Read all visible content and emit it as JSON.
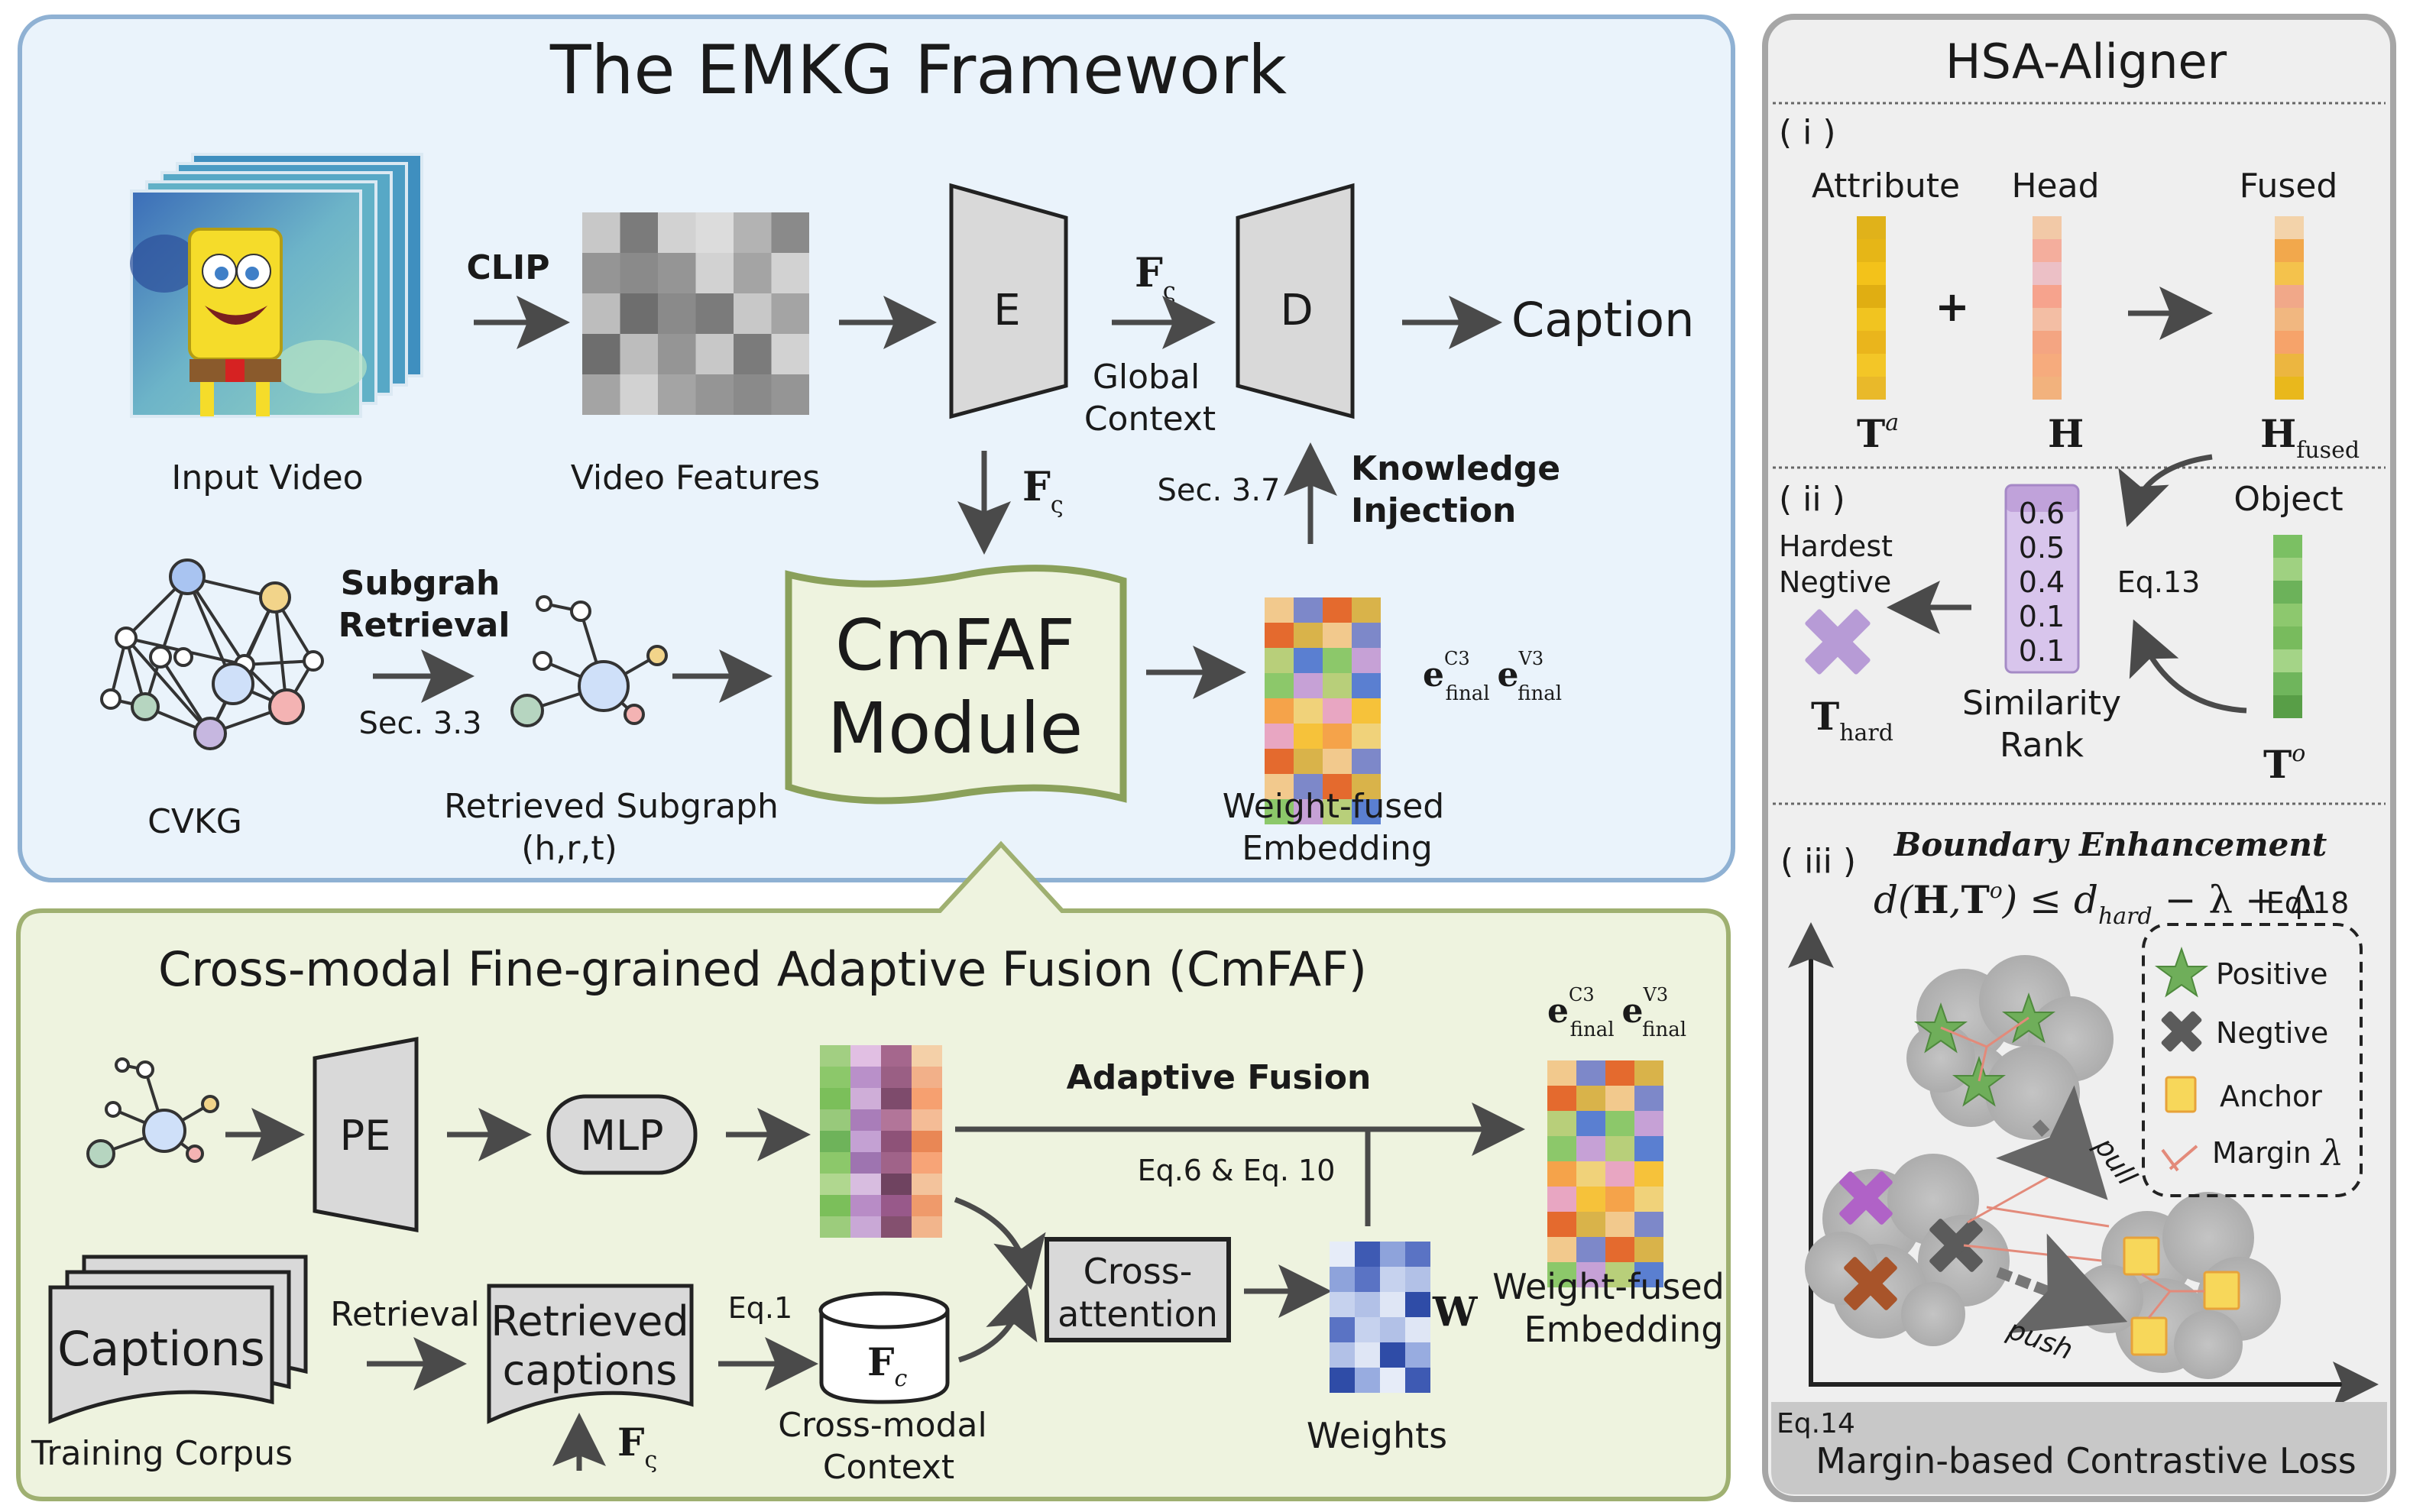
{
  "emkg": {
    "title": "The EMKG Framework",
    "input_video": "Input Video",
    "clip": "CLIP",
    "video_features": "Video Features",
    "encoder": "E",
    "decoder": "D",
    "f_sym": "F",
    "f_sub": "ς",
    "global_context_1": "Global",
    "global_context_2": "Context",
    "caption": "Caption",
    "sec37": "Sec. 3.7",
    "knowledge_1": "Knowledge",
    "knowledge_2": "Injection",
    "subgraph_1": "Subgrah",
    "subgraph_2": "Retrieval",
    "sec33": "Sec. 3.3",
    "cvkg": "CVKG",
    "retrieved_subgraph_1": "Retrieved Subgraph",
    "retrieved_subgraph_2": "(h,r,t)",
    "cmfaf_1": "CmFAF",
    "cmfaf_2": "Module",
    "e_sym": "e",
    "e_c3_sup": "C3",
    "e_v3_sup": "V3",
    "e_sub": "final",
    "weight_fused_1": "Weight-fused",
    "weight_fused_2": "Embedding"
  },
  "cmfaf": {
    "title": "Cross-modal Fine-grained Adaptive Fusion (CmFAF)",
    "pe": "PE",
    "mlp": "MLP",
    "adaptive_fusion": "Adaptive Fusion",
    "eq6_10": "Eq.6 & Eq. 10",
    "captions": "Captions",
    "training_corpus": "Training Corpus",
    "retrieval": "Retrieval",
    "retrieved_captions_1": "Retrieved",
    "retrieved_captions_2": "captions",
    "eq1": "Eq.1",
    "fc_sym": "F",
    "fc_sub": "c",
    "cross_modal_context_1": "Cross-modal",
    "cross_modal_context_2": "Context",
    "cross_attention_1": "Cross-",
    "cross_attention_2": "attention",
    "w": "W",
    "weights": "Weights",
    "weight_fused_1": "Weight-fused",
    "weight_fused_2": "Embedding"
  },
  "hsa": {
    "title": "HSA-Aligner",
    "part_i": "( i )",
    "attribute": "Attribute",
    "head": "Head",
    "fused": "Fused",
    "plus": "+",
    "ta": "T",
    "ta_sup": "a",
    "h": "H",
    "h_fused": "H",
    "h_fused_sub": "fused",
    "part_ii": "( ii )",
    "hardest_1": "Hardest",
    "hardest_2": "Negtive",
    "t_hard": "T",
    "t_hard_sub": "hard",
    "similarity_values": [
      "0.6",
      "0.5",
      "0.4",
      "0.1",
      "0.1"
    ],
    "similarity_1": "Similarity",
    "similarity_2": "Rank",
    "eq13": "Eq.13",
    "object": "Object",
    "to": "T",
    "to_sup": "o",
    "part_iii": "( iii )",
    "boundary": "Boundary Enhancement",
    "formula": "d(H,T°) ≤ d",
    "formula_pre": "d(",
    "formula_h": "H",
    "formula_comma": ",",
    "formula_t": "T",
    "formula_tsup": "o",
    "formula_post": ") ≤ d",
    "formula_sub": "hard",
    "formula_tail": " − λ + Δ",
    "eq18": "Eq.18",
    "legend": {
      "positive": "Positive",
      "negative": "Negtive",
      "anchor": "Anchor",
      "margin": "Margin",
      "lambda": "λ"
    },
    "pull": "pull",
    "push": "push",
    "eq14": "Eq.14",
    "footer": "Margin-based Contrastive Loss"
  },
  "colors": {
    "emkg_bg": "#eaf3fb",
    "emkg_border": "#8fb1d3",
    "cmfaf_bg": "#eef3df",
    "cmfaf_border": "#9fb071",
    "hsa_bg": "#efefef",
    "hsa_border": "#a6a6a6"
  }
}
